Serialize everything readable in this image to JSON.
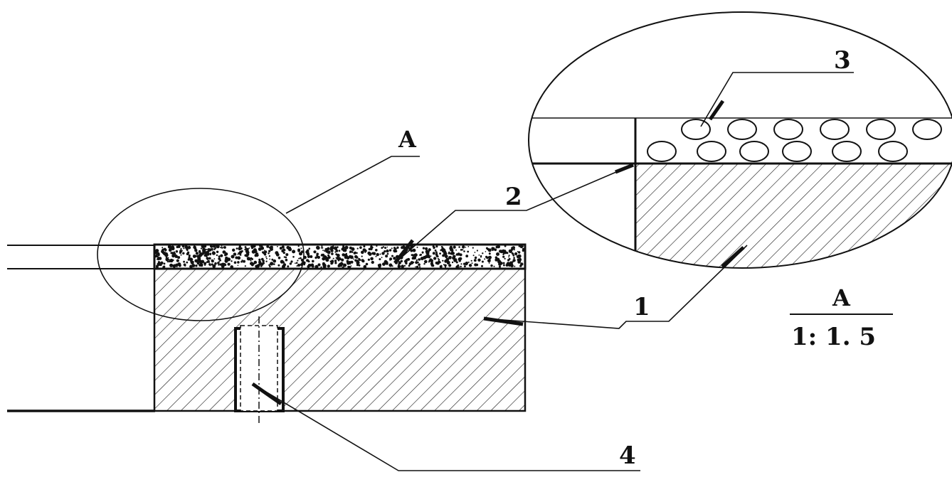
{
  "labels": {
    "detail_marker": "A",
    "part_1": "1",
    "part_2": "2",
    "part_3": "3",
    "part_4": "4"
  },
  "detail_view": {
    "name": "A",
    "scale": "1: 1. 5"
  },
  "colors": {
    "line": "#111111",
    "background": "#ffffff"
  }
}
